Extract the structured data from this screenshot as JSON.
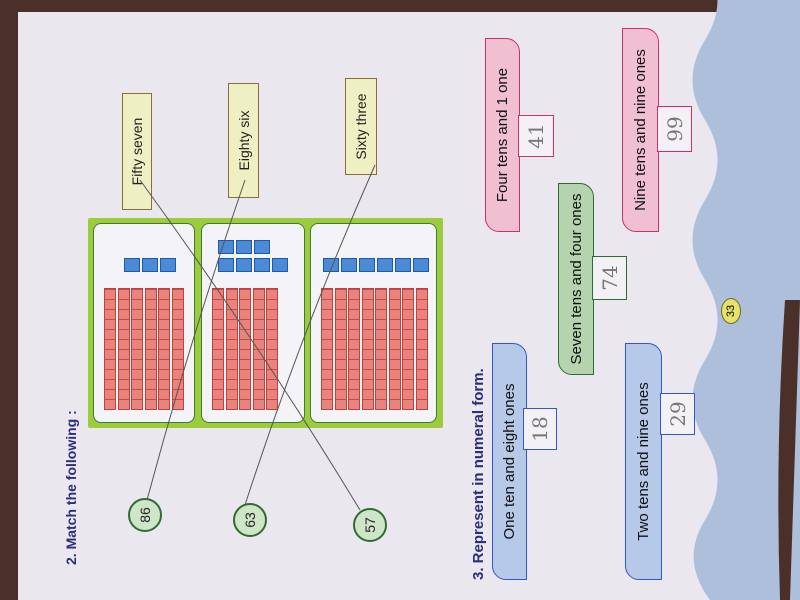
{
  "section2": {
    "title": "2. Match the following :",
    "numbers": [
      "86",
      "63",
      "57"
    ],
    "labels": [
      "Fifty seven",
      "Eighty six",
      "Sixty three"
    ],
    "blocks": [
      {
        "tens": 6,
        "ones": 3
      },
      {
        "tens": 5,
        "ones": 7
      },
      {
        "tens": 8,
        "ones": 6
      }
    ],
    "matches": [
      {
        "number": "86",
        "label": "Eighty six"
      },
      {
        "number": "63",
        "label": "Sixty three"
      },
      {
        "number": "57",
        "label": "Fifty seven"
      }
    ]
  },
  "section3": {
    "title": "3. Represent in numeral form.",
    "items": [
      {
        "text": "One ten and eight ones",
        "answer": "18"
      },
      {
        "text": "Two tens and nine ones",
        "answer": "29"
      },
      {
        "text": "Seven tens and four ones",
        "answer": "74"
      },
      {
        "text": "Four tens and 1 one",
        "answer": "41"
      },
      {
        "text": "Nine tens and nine ones",
        "answer": "99"
      }
    ]
  },
  "page_number": "33"
}
